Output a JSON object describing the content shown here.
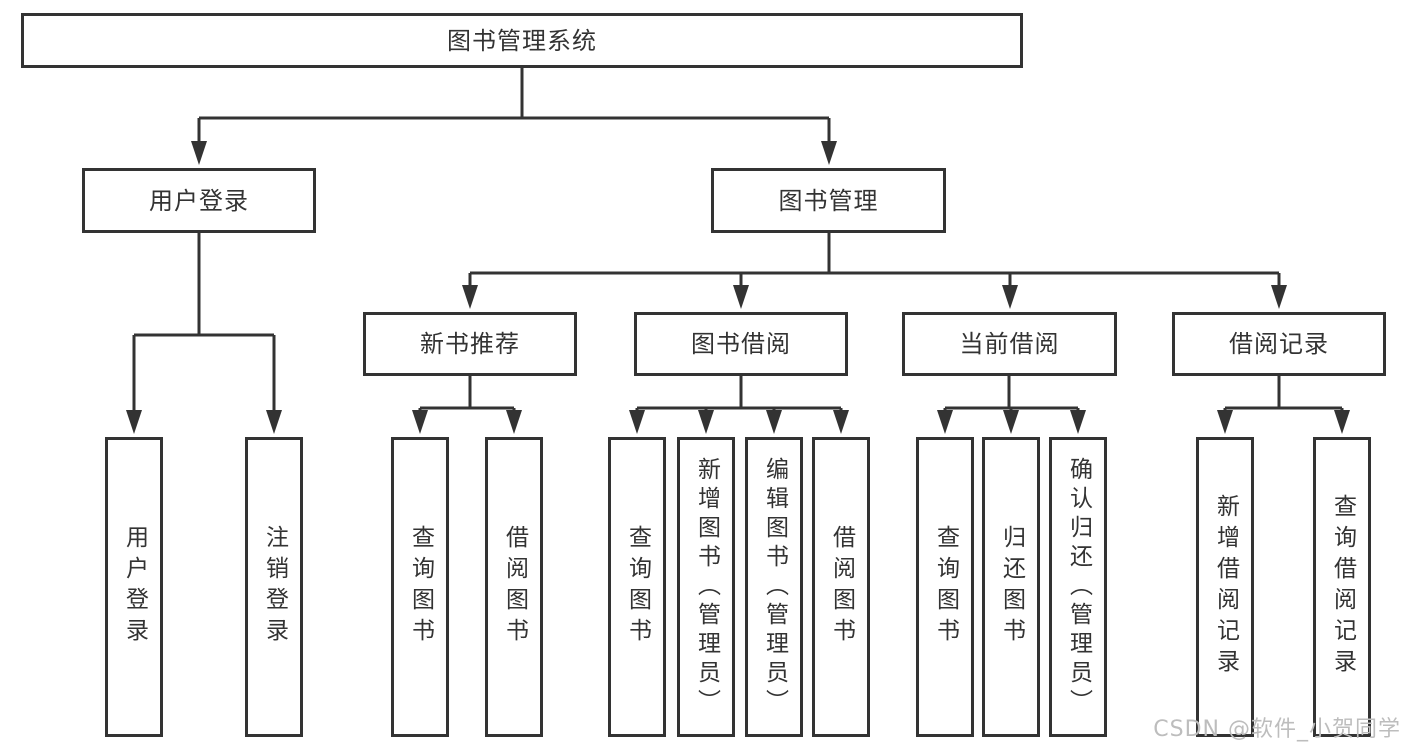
{
  "colors": {
    "line": "#333333",
    "box_border": "#333333",
    "text": "#333333",
    "watermark": "#bdbdbd",
    "background": "#ffffff"
  },
  "tree": {
    "root": {
      "label": "图书管理系统"
    },
    "level2": [
      {
        "label": "用户登录"
      },
      {
        "label": "图书管理"
      }
    ],
    "level3": [
      {
        "label": "新书推荐"
      },
      {
        "label": "图书借阅"
      },
      {
        "label": "当前借阅"
      },
      {
        "label": "借阅记录"
      }
    ],
    "leaves": {
      "user_login": [
        {
          "label": "用户登录"
        },
        {
          "label": "注销登录"
        }
      ],
      "new_book": [
        {
          "label": "查询图书"
        },
        {
          "label": "借阅图书"
        }
      ],
      "book_borrow": [
        {
          "label": "查询图书"
        },
        {
          "label": "新增图书（管理员）"
        },
        {
          "label": "编辑图书（管理员）"
        },
        {
          "label": "借阅图书"
        }
      ],
      "current_borrow": [
        {
          "label": "查询图书"
        },
        {
          "label": "归还图书"
        },
        {
          "label": "确认归还（管理员）"
        }
      ],
      "borrow_records": [
        {
          "label": "新增借阅记录"
        },
        {
          "label": "查询借阅记录"
        }
      ]
    }
  },
  "watermark": {
    "text": "CSDN @软件_小贺同学"
  }
}
